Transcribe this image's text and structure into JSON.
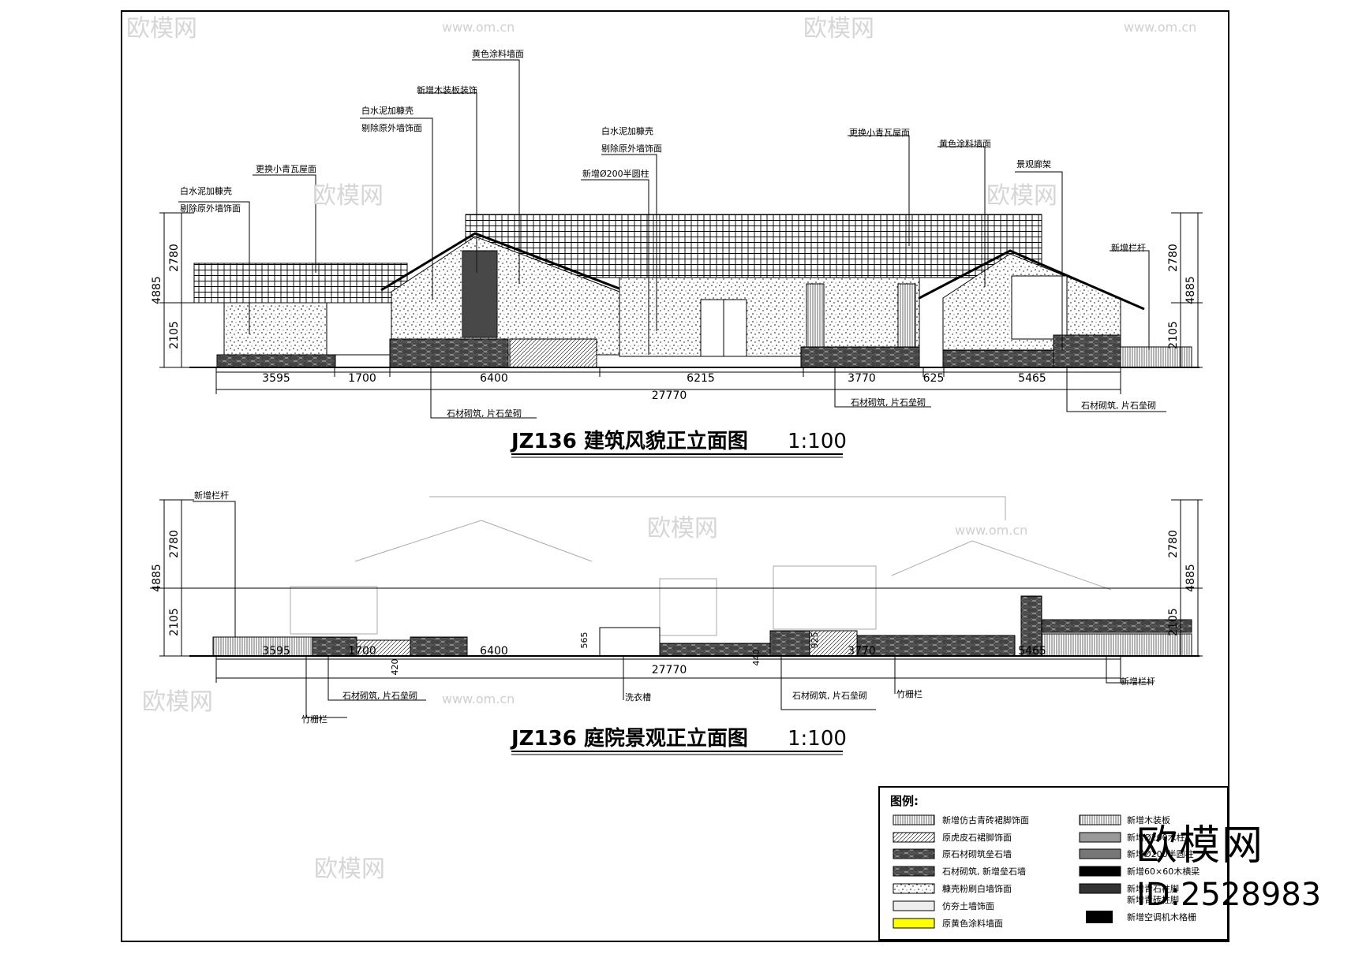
{
  "drawing1": {
    "title": "JZ136  建筑风貌正立面图",
    "scale": "1:100",
    "callouts": {
      "c1a": "白水泥加糠壳",
      "c1b": "剔除原外墙饰面",
      "c2": "更换小青瓦屋面",
      "c3a": "白水泥加糠壳",
      "c3b": "剔除原外墙饰面",
      "c4": "新增木装板装饰",
      "c5": "黄色涂料墙面",
      "c6a": "白水泥加糠壳",
      "c6b": "剔除原外墙饰面",
      "c7": "新增Ø200半圆柱",
      "c8": "更换小青瓦屋面",
      "c9": "黄色涂料墙面",
      "c10": "景观廊架",
      "c11": "新增栏杆"
    },
    "bottom_notes": [
      "石材砌筑, 片石垒砌",
      "石材砌筑, 片石垒砌",
      "石材砌筑, 片石垒砌"
    ],
    "dims": [
      "3595",
      "1700",
      "6400",
      "6215",
      "3770",
      "625",
      "5465"
    ],
    "total": "27770",
    "left_dims": [
      "4885",
      "2780",
      "2105"
    ],
    "right_dims": [
      "2780",
      "4885",
      "2105"
    ]
  },
  "drawing2": {
    "title": "JZ136  庭院景观正立面图",
    "scale": "1:100",
    "callouts": {
      "top": "新增栏杆",
      "n1": "石材砌筑, 片石垒砌",
      "n2": "竹栅栏",
      "n3": "洗衣槽",
      "n4": "石材砌筑, 片石垒砌",
      "n5": "竹栅栏",
      "n6": "新增栏杆"
    },
    "dims": [
      "3595",
      "1700",
      "6400",
      "3770",
      "5465"
    ],
    "small_dims": [
      "420",
      "565",
      "925",
      "440"
    ],
    "total": "27770",
    "left_dims": [
      "4885",
      "2780",
      "2105"
    ],
    "right_dims": [
      "2780",
      "4885",
      "2105"
    ]
  },
  "legend": {
    "title": "图例:",
    "left": [
      "新增仿古青砖裙脚饰面",
      "原虎皮石裙脚饰面",
      "原石材砌筑垒石墙",
      "石材砌筑, 新增垒石墙",
      "糠壳粉刷白墙饰面",
      "仿夯土墙饰面",
      "原黄色涂料墙面"
    ],
    "right": [
      "新增木装板",
      "新增Ø200木柱",
      "新增Ø200半圆柱",
      "新增60×60木横梁",
      "新增青石柱脚",
      "新增青砖柱脚",
      "新增空调机木格栅"
    ],
    "colors": {
      "yellow": "#ffff00"
    }
  },
  "watermarks": {
    "brand": "欧模网",
    "site": "www.om.cn",
    "id": "ID:2528983"
  }
}
